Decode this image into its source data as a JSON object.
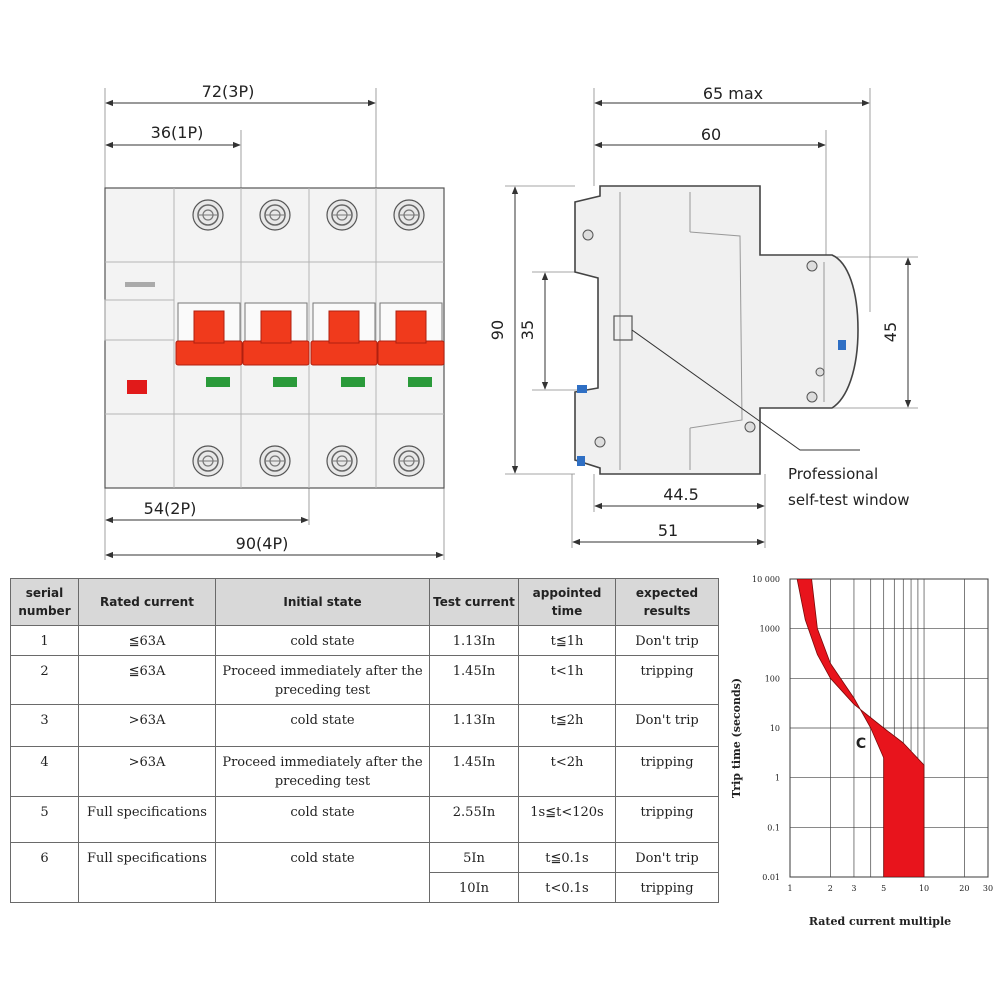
{
  "front_view": {
    "dims": {
      "w3p": "72(3P)",
      "w1p": "36(1P)",
      "w2p": "54(2P)",
      "w4p": "90(4P)"
    },
    "handle_color": "#f03a1c",
    "indicator_on_color": "#2a9a3a",
    "indicator_off_color": "#e11a1a"
  },
  "side_view": {
    "dims": {
      "depth_max": "65 max",
      "depth": "60",
      "height": "90",
      "rail": "35",
      "front": "45",
      "bottom_a": "44.5",
      "bottom_b": "51"
    },
    "callout_line1": "Professional",
    "callout_line2": "self-test window"
  },
  "table": {
    "headers": [
      "serial number",
      "Rated current",
      "Initial state",
      "Test current",
      "appointed time",
      "expected results"
    ],
    "rows": [
      {
        "serial": "1",
        "rated": "≦63A",
        "state": "cold state",
        "current": "1.13In",
        "time": "t≦1h",
        "result": "Don't trip"
      },
      {
        "serial": "2",
        "rated": "≦63A",
        "state": "Proceed immediately after the preceding test",
        "current": "1.45In",
        "time": "t<1h",
        "result": "tripping"
      },
      {
        "serial": "3",
        "rated": ">63A",
        "state": "cold state",
        "current": "1.13In",
        "time": "t≦2h",
        "result": "Don't trip"
      },
      {
        "serial": "4",
        "rated": ">63A",
        "state": "Proceed immediately after the preceding test",
        "current": "1.45In",
        "time": "t<2h",
        "result": "tripping"
      },
      {
        "serial": "5",
        "rated": "Full specifications",
        "state": "cold state",
        "current": "2.55In",
        "time": "1s≦t<120s",
        "result": "tripping"
      },
      {
        "serial": "6",
        "rated": "Full specifications",
        "state": "cold state",
        "current": "5In",
        "time": "t≦0.1s",
        "result": "Don't trip"
      },
      {
        "current": "10In",
        "time": "t<0.1s",
        "result": "tripping"
      }
    ]
  },
  "chart_data": {
    "type": "area",
    "xlabel": "Rated current multiple",
    "ylabel": "Trip time (seconds)",
    "x_scale": "log",
    "y_scale": "log",
    "xlim": [
      1,
      30
    ],
    "ylim": [
      0.01,
      10000
    ],
    "x_ticks": [
      "1",
      "2",
      "3",
      "5",
      "10",
      "20",
      "30"
    ],
    "y_ticks": [
      "10 000",
      "1000",
      "100",
      "10",
      "1",
      "0.1",
      "0.01"
    ],
    "series": [
      {
        "name": "C",
        "color": "#e8141c",
        "upper": [
          [
            1.13,
            10000
          ],
          [
            1.3,
            1500
          ],
          [
            1.6,
            300
          ],
          [
            2,
            100
          ],
          [
            3,
            30
          ],
          [
            5,
            10
          ],
          [
            7,
            5
          ],
          [
            10,
            1.8
          ],
          [
            10,
            0.01
          ]
        ],
        "lower": [
          [
            1.45,
            10000
          ],
          [
            1.6,
            1000
          ],
          [
            2,
            200
          ],
          [
            3,
            40
          ],
          [
            4,
            10
          ],
          [
            5,
            2.5
          ],
          [
            5,
            0.01
          ]
        ]
      }
    ],
    "grid": true
  }
}
